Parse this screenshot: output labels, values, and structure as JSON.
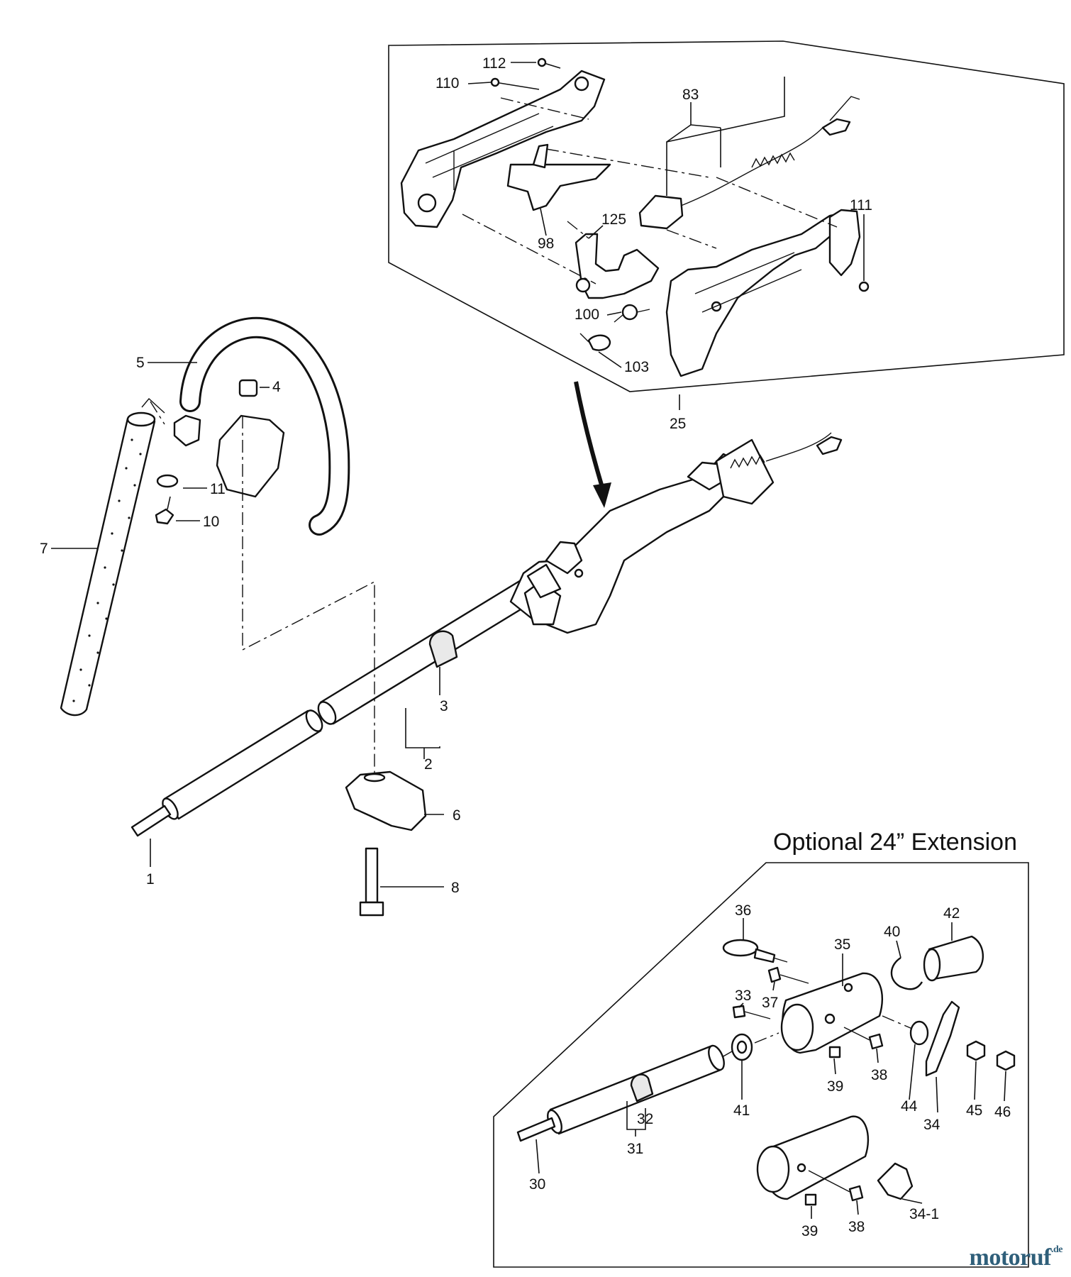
{
  "title": "Optional 24” Extension",
  "watermark": {
    "name": "motoruf",
    "tld": ".de"
  },
  "part_labels": [
    {
      "id": "p112",
      "text": "112"
    },
    {
      "id": "p110",
      "text": "110"
    },
    {
      "id": "p83",
      "text": "83"
    },
    {
      "id": "p111",
      "text": "111"
    },
    {
      "id": "p98",
      "text": "98"
    },
    {
      "id": "p125",
      "text": "125"
    },
    {
      "id": "p100",
      "text": "100"
    },
    {
      "id": "p103",
      "text": "103"
    },
    {
      "id": "p25",
      "text": "25"
    },
    {
      "id": "p5",
      "text": "5"
    },
    {
      "id": "p4",
      "text": "4"
    },
    {
      "id": "p11",
      "text": "11"
    },
    {
      "id": "p10",
      "text": "10"
    },
    {
      "id": "p7",
      "text": "7"
    },
    {
      "id": "p3",
      "text": "3"
    },
    {
      "id": "p2",
      "text": "2"
    },
    {
      "id": "p6",
      "text": "6"
    },
    {
      "id": "p1",
      "text": "1"
    },
    {
      "id": "p8",
      "text": "8"
    },
    {
      "id": "p36",
      "text": "36"
    },
    {
      "id": "p35",
      "text": "35"
    },
    {
      "id": "p40",
      "text": "40"
    },
    {
      "id": "p42",
      "text": "42"
    },
    {
      "id": "p33",
      "text": "33"
    },
    {
      "id": "p37",
      "text": "37"
    },
    {
      "id": "p38a",
      "text": "38"
    },
    {
      "id": "p39a",
      "text": "39"
    },
    {
      "id": "p41",
      "text": "41"
    },
    {
      "id": "p44",
      "text": "44"
    },
    {
      "id": "p34",
      "text": "34"
    },
    {
      "id": "p45",
      "text": "45"
    },
    {
      "id": "p46",
      "text": "46"
    },
    {
      "id": "p32",
      "text": "32"
    },
    {
      "id": "p31",
      "text": "31"
    },
    {
      "id": "p30",
      "text": "30"
    },
    {
      "id": "p39b",
      "text": "39"
    },
    {
      "id": "p38b",
      "text": "38"
    },
    {
      "id": "p341",
      "text": "34-1"
    }
  ]
}
